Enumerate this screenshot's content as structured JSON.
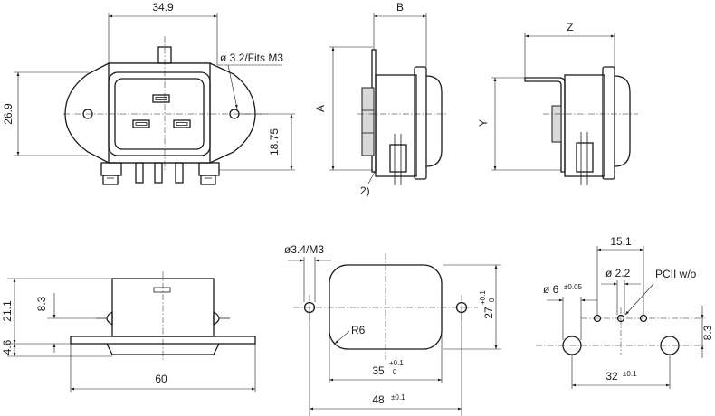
{
  "front_view": {
    "width": "34.9",
    "height": "26.9",
    "pin_height": "18.75",
    "mounting_hole": "ø 3.2/Fits M3"
  },
  "side_view_a": {
    "depth": "B",
    "height": "A",
    "footnote": "2)"
  },
  "side_view_y": {
    "depth": "Z",
    "height": "Y"
  },
  "bottom_view": {
    "height_upper": "21.1",
    "height_pin": "8.3",
    "height_flange": "4.6",
    "width": "60"
  },
  "panel_cutout": {
    "hole": "ø3.4/M3",
    "radius": "R6",
    "height": "27",
    "height_tol_plus": "+0.1",
    "height_tol_minus": "0",
    "width": "35",
    "width_tol_plus": "+0.1",
    "width_tol_minus": "0",
    "hole_spacing": "48",
    "hole_spacing_tol": "±0.1"
  },
  "pcb_layout": {
    "span": "15.1",
    "small_hole": "ø 2.2",
    "label": "PCII w/o",
    "large_hole": "ø 6",
    "large_hole_tol": "±0.05",
    "height": "8.3",
    "hole_spacing": "32",
    "hole_spacing_tol": "±0.1"
  }
}
